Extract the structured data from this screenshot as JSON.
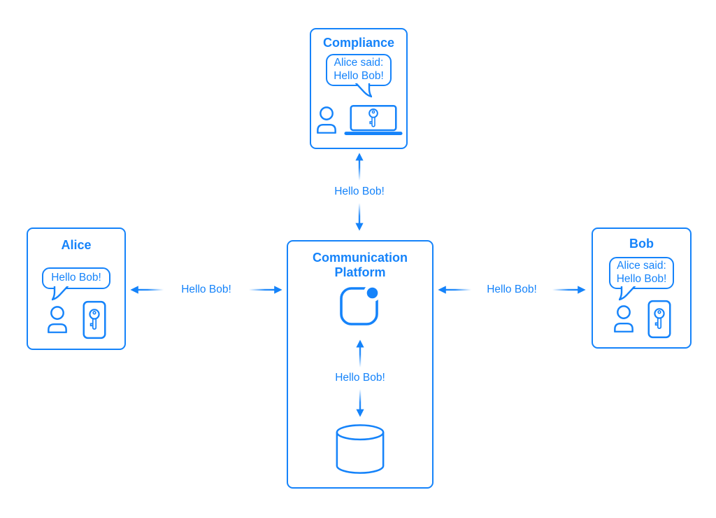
{
  "diagram": {
    "background": "#ffffff",
    "accent": "#1583fa"
  },
  "nodes": {
    "compliance": {
      "title": "Compliance",
      "bubble": {
        "line1": "Alice said:",
        "line2": "Hello Bob!"
      },
      "icons": [
        "person-icon",
        "laptop-key-icon"
      ]
    },
    "alice": {
      "title": "Alice",
      "bubble": {
        "line1": "Hello Bob!"
      },
      "icons": [
        "person-icon",
        "phone-key-icon"
      ]
    },
    "bob": {
      "title": "Bob",
      "bubble": {
        "line1": "Alice said:",
        "line2": "Hello Bob!"
      },
      "icons": [
        "person-icon",
        "phone-key-icon"
      ]
    },
    "platform": {
      "title_line1": "Communication",
      "title_line2": "Platform",
      "icons": [
        "app-message-icon",
        "database-icon"
      ]
    }
  },
  "edges": {
    "compliance_platform": {
      "label": "Hello Bob!"
    },
    "alice_platform": {
      "label": "Hello Bob!"
    },
    "platform_bob": {
      "label": "Hello Bob!"
    },
    "platform_database": {
      "label": "Hello Bob!"
    }
  }
}
